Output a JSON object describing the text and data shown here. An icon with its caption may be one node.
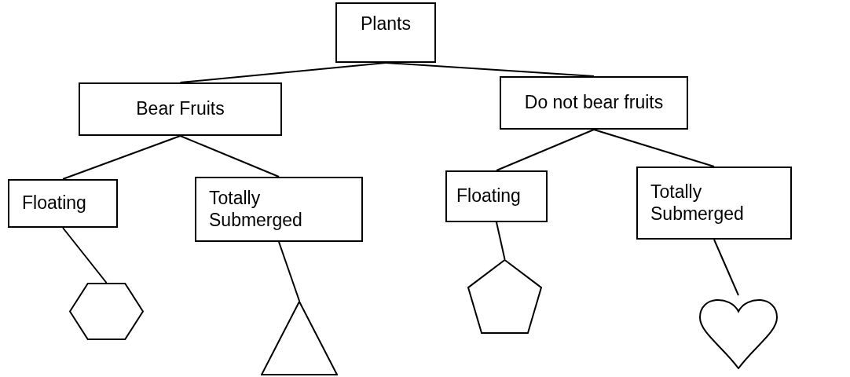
{
  "diagram": {
    "nodes": [
      {
        "text": [
          "Plants"
        ]
      },
      {
        "text": [
          "Bear Fruits"
        ]
      },
      {
        "text": [
          "Do not bear fruits"
        ]
      },
      {
        "text": [
          "Floating"
        ]
      },
      {
        "text": [
          "Totally Submerged"
        ]
      },
      {
        "text": [
          "Floating"
        ]
      },
      {
        "text": [
          "Totally Submerged"
        ]
      },
      {
        "text": [],
        "shape": "hexagon"
      },
      {
        "text": [],
        "shape": "triangle"
      },
      {
        "text": [],
        "shape": "pentagon"
      },
      {
        "text": [],
        "shape": "heart"
      }
    ],
    "edges": [
      {
        "from": 0,
        "to": 1,
        "arrow": "none"
      },
      {
        "from": 0,
        "to": 2,
        "arrow": "none"
      },
      {
        "from": 1,
        "to": 3,
        "arrow": "none"
      },
      {
        "from": 1,
        "to": 4,
        "arrow": "none"
      },
      {
        "from": 2,
        "to": 5,
        "arrow": "none"
      },
      {
        "from": 2,
        "to": 6,
        "arrow": "none"
      },
      {
        "from": 3,
        "to": 7,
        "arrow": "none"
      },
      {
        "from": 4,
        "to": 8,
        "arrow": "none"
      },
      {
        "from": 5,
        "to": 9,
        "arrow": "none"
      },
      {
        "from": 6,
        "to": 10,
        "arrow": "none"
      }
    ]
  }
}
